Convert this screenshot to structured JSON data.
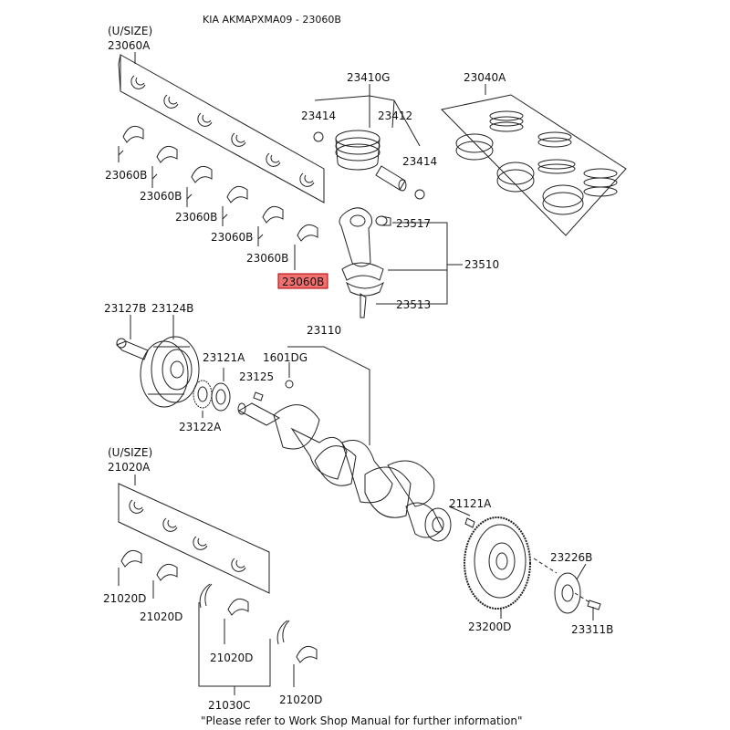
{
  "header": {
    "title": "KIA AKMAPXMA09 - 23060B"
  },
  "labels": {
    "usize_top": "(U/SIZE)",
    "p23060A": "23060A",
    "p23060B_1": "23060B",
    "p23060B_2": "23060B",
    "p23060B_3": "23060B",
    "p23060B_4": "23060B",
    "p23060B_5": "23060B",
    "p23060B_sel": "23060B",
    "p23410G": "23410G",
    "p23414_a": "23414",
    "p23412": "23412",
    "p23414_b": "23414",
    "p23040A": "23040A",
    "p23517": "23517",
    "p23510": "23510",
    "p23513": "23513",
    "p23127B": "23127B",
    "p23124B": "23124B",
    "p23110": "23110",
    "p23121A": "23121A",
    "p1601DG": "1601DG",
    "p23125": "23125",
    "p23122A": "23122A",
    "usize_bottom": "(U/SIZE)",
    "p21020A": "21020A",
    "p21121A": "21121A",
    "p23226B": "23226B",
    "p21020D_1": "21020D",
    "p21020D_2": "21020D",
    "p21020D_3": "21020D",
    "p21020D_4": "21020D",
    "p23200D": "23200D",
    "p23311B": "23311B",
    "p21030C": "21030C"
  },
  "footer": {
    "note": "\"Please refer to Work Shop Manual for further information\""
  },
  "colors": {
    "highlight": "#f07070",
    "line": "#222222"
  },
  "selected_part": "23060B"
}
